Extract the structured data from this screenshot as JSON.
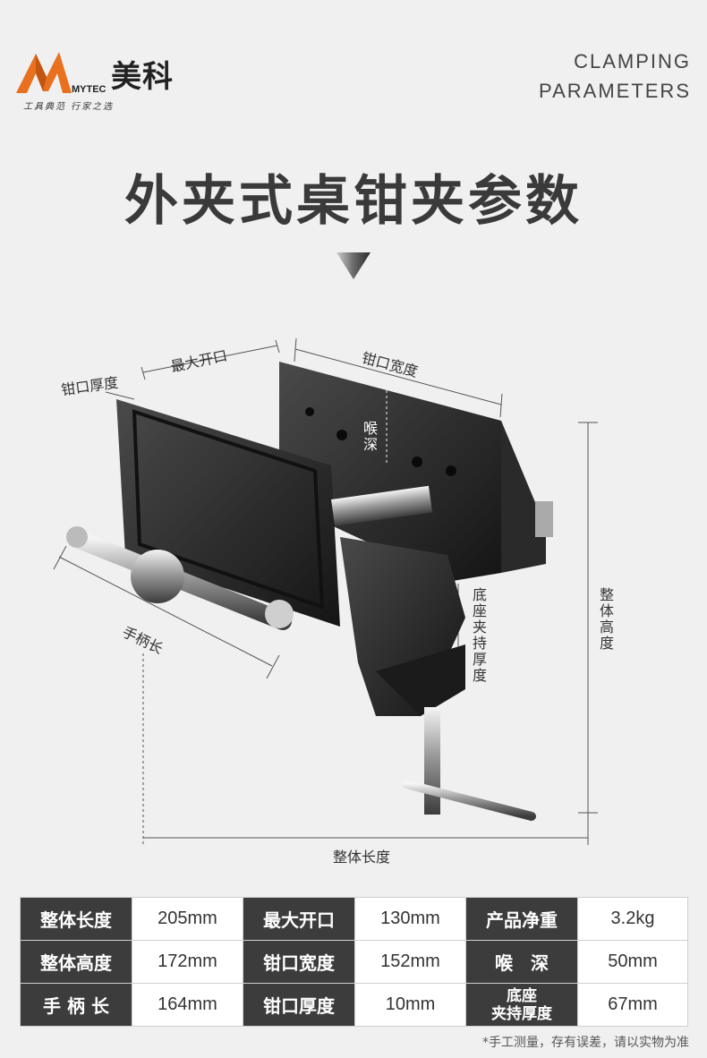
{
  "brand": {
    "name_cn": "美科",
    "name_en": "MYTEC",
    "slogan": "工具典范 行家之选"
  },
  "corner_title": {
    "line1": "CLAMPING",
    "line2": "PARAMETERS"
  },
  "main_title": "外夹式桌钳夹参数",
  "diagram_labels": {
    "jaw_thickness": "钳口厚度",
    "max_opening": "最大开口",
    "jaw_width": "钳口宽度",
    "throat_depth": "喉深",
    "base_clamp_thickness": "底座夹持厚度",
    "overall_height": "整体高度",
    "handle_length": "手柄长",
    "overall_length": "整体长度"
  },
  "colors": {
    "accent_orange": "#e8701f",
    "dark_cell": "#3c3c3c"
  },
  "table": {
    "rows": [
      [
        {
          "k": "整体长度",
          "v": "205mm"
        },
        {
          "k": "最大开口",
          "v": "130mm"
        },
        {
          "k": "产品净重",
          "v": "3.2kg"
        }
      ],
      [
        {
          "k": "整体高度",
          "v": "172mm"
        },
        {
          "k": "钳口宽度",
          "v": "152mm"
        },
        {
          "k": "喉　深",
          "v": "50mm"
        }
      ],
      [
        {
          "k": "手 柄 长",
          "v": "164mm"
        },
        {
          "k": "钳口厚度",
          "v": "10mm"
        },
        {
          "k": "底座夹持厚度",
          "k1": "底座",
          "k2": "夹持厚度",
          "v": "67mm"
        }
      ]
    ]
  },
  "note": "*手工测量，存有误差，请以实物为准"
}
